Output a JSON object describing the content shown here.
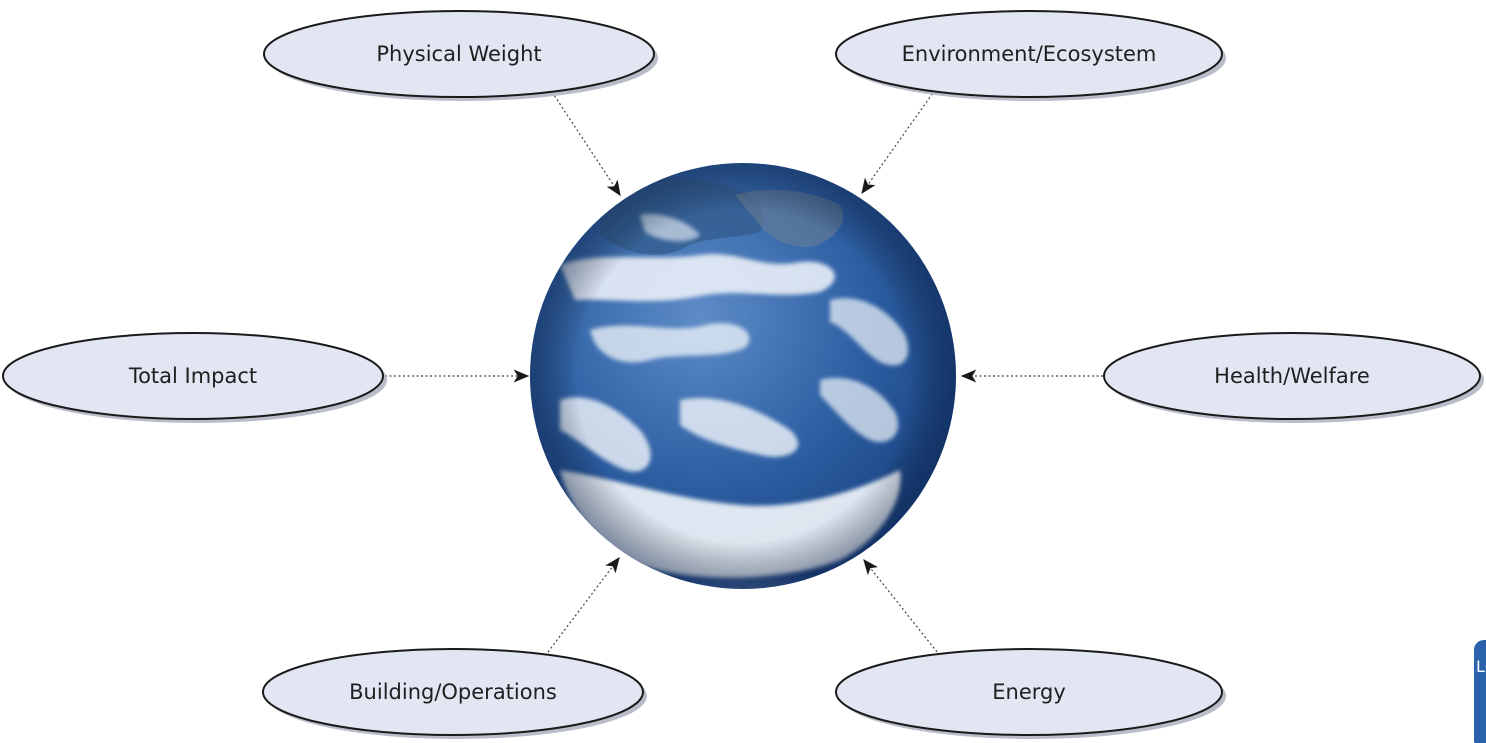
{
  "nodes": [
    {
      "id": "physical-weight",
      "label": "Physical Weight"
    },
    {
      "id": "environment-ecosystem",
      "label": "Environment/Ecosystem"
    },
    {
      "id": "total-impact",
      "label": "Total Impact"
    },
    {
      "id": "health-welfare",
      "label": "Health/Welfare"
    },
    {
      "id": "building-operations",
      "label": "Building/Operations"
    },
    {
      "id": "energy",
      "label": "Energy"
    }
  ],
  "center": {
    "name": "earth-globe"
  },
  "colors": {
    "node_fill": "#e2e5f2",
    "node_shadow": "#b9bdc9",
    "ocean_dark": "#1e4e93",
    "ocean_mid": "#3f72b3",
    "cloud": "#f2f6fb",
    "tab": "#2a62ab"
  },
  "side_tab": {
    "text": "LC"
  }
}
